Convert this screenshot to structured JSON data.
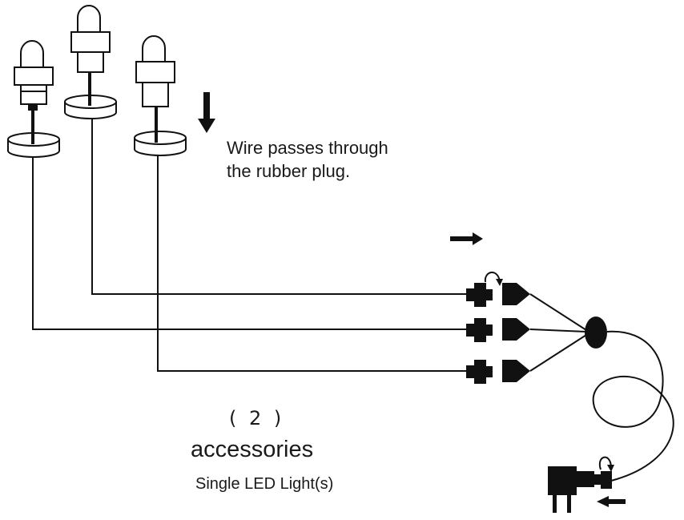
{
  "texts": {
    "note_line1": "Wire passes through",
    "note_line2": "the rubber plug.",
    "figure_number": "( 2 )",
    "caption_title": "accessories",
    "caption_subtitle": "Single LED Light(s)"
  },
  "colors": {
    "ink": "#111111",
    "background": "#ffffff"
  }
}
